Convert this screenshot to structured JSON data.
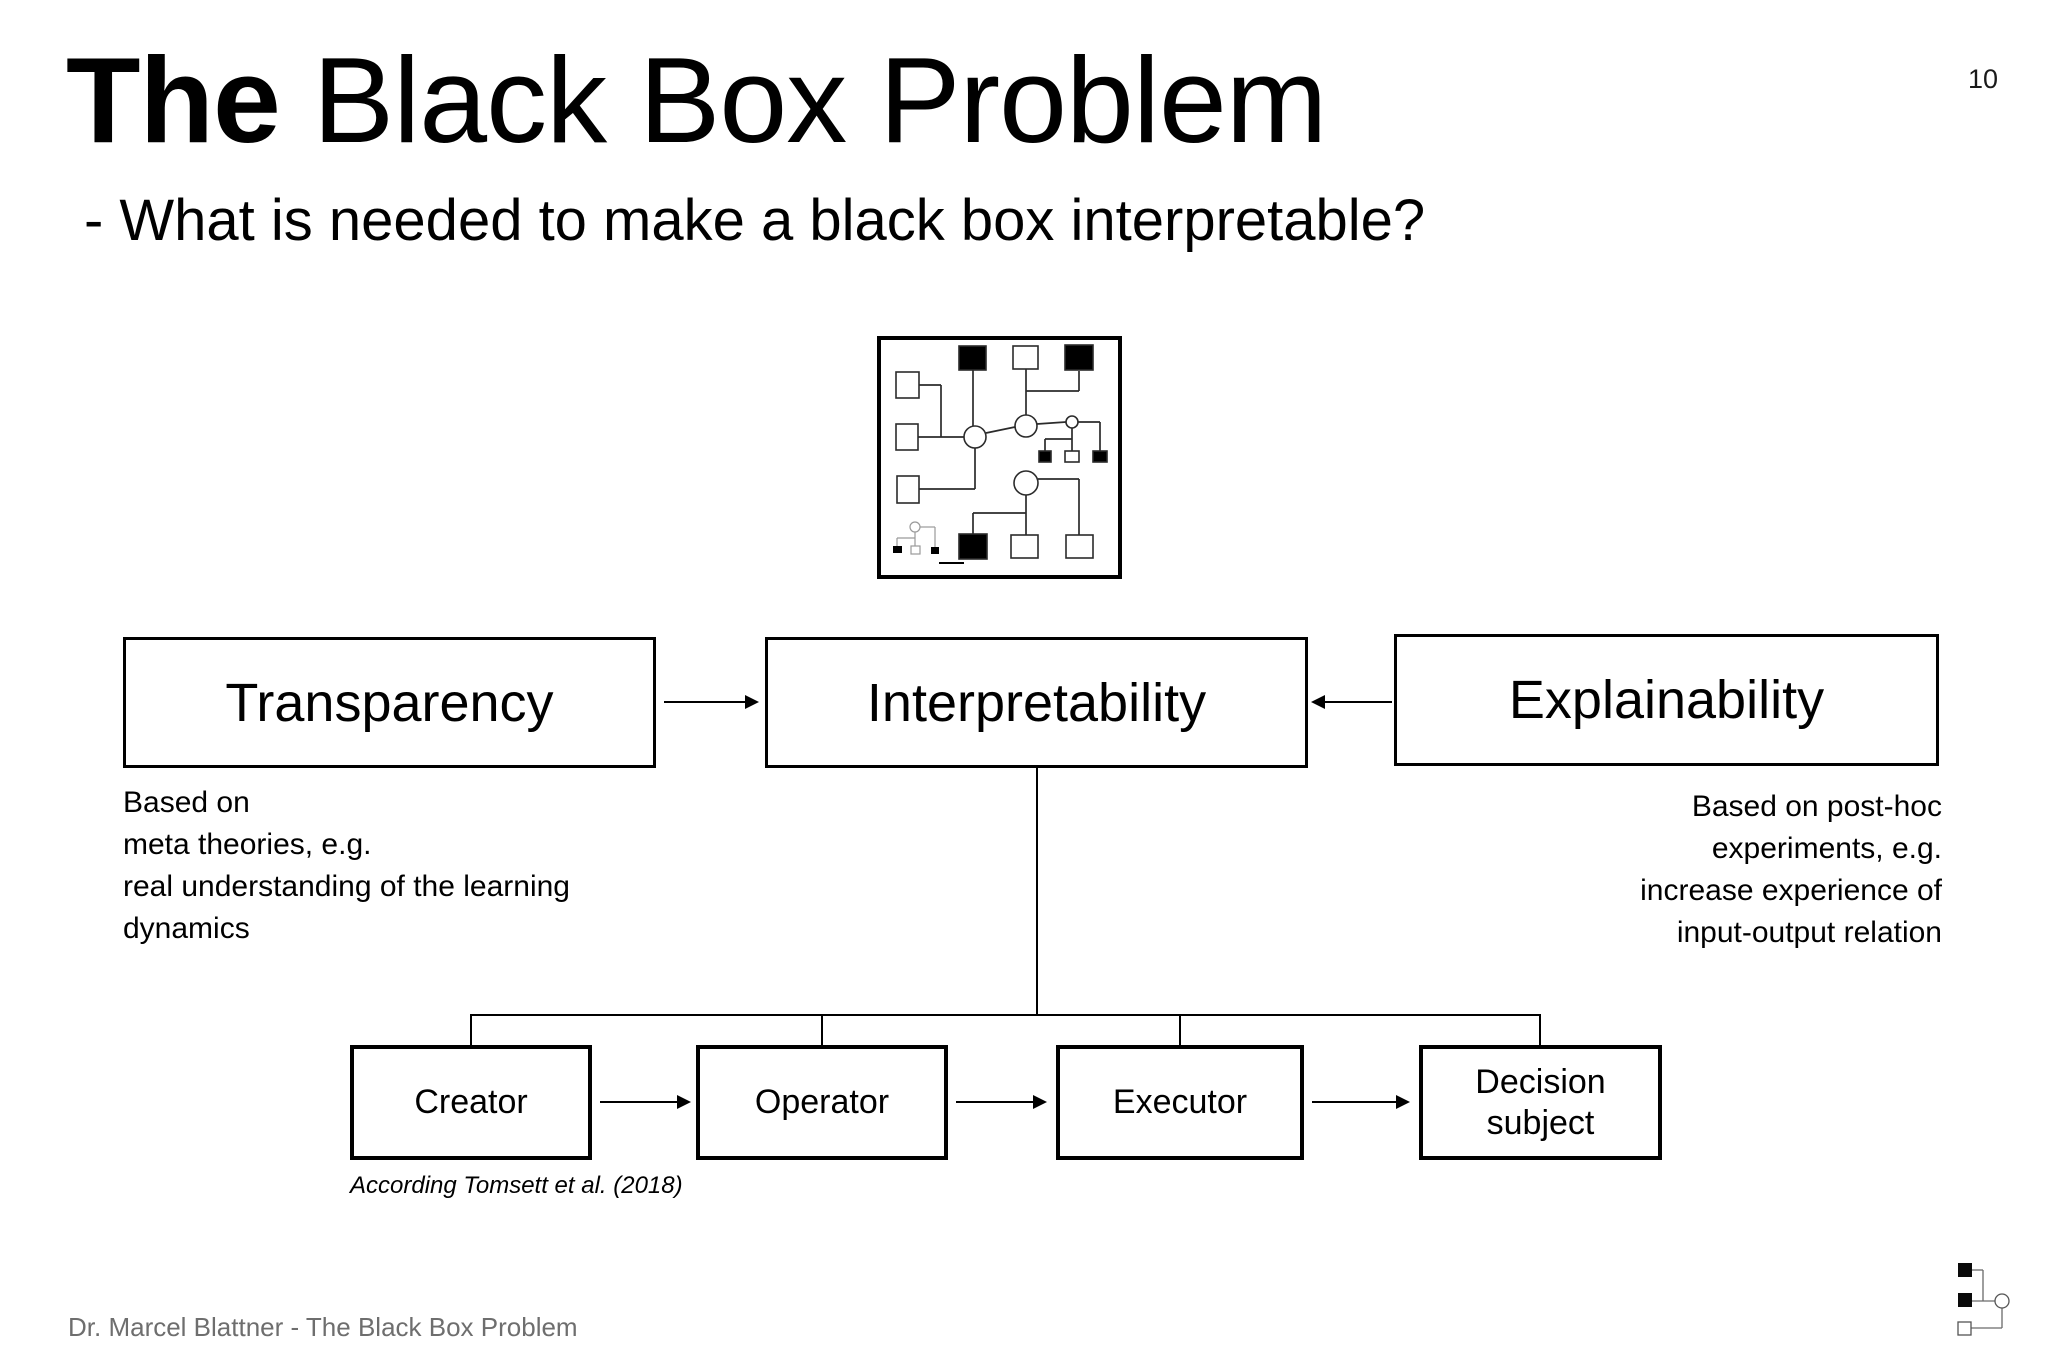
{
  "page_number": "10",
  "title": {
    "emphasis": "The",
    "rest": " Black Box Problem"
  },
  "subtitle": "- What is needed to make a black box interpretable?",
  "flow": {
    "top_nodes": [
      {
        "label": "Transparency",
        "note": "Based on\nmeta theories, e.g.\nreal understanding of the learning\ndynamics"
      },
      {
        "label": "Interpretability"
      },
      {
        "label": "Explainability",
        "note": "Based on post-hoc\nexperiments, e.g.\nincrease experience of\ninput-output relation"
      }
    ],
    "bottom_nodes": [
      {
        "label": "Creator"
      },
      {
        "label": "Operator"
      },
      {
        "label": "Executor"
      },
      {
        "label": "Decision subject"
      }
    ],
    "caption": "According Tomsett et al. (2018)"
  },
  "footer": "Dr. Marcel Blattner - The Black Box Problem",
  "icons": {
    "central_figure": "network-pedigree-diagram",
    "bottom_right_logo": "pedigree-logo-icon"
  },
  "colors": {
    "ink": "#000000",
    "footer_gray": "#6e6e6e",
    "figure_light_gray": "#9a9a9a"
  }
}
